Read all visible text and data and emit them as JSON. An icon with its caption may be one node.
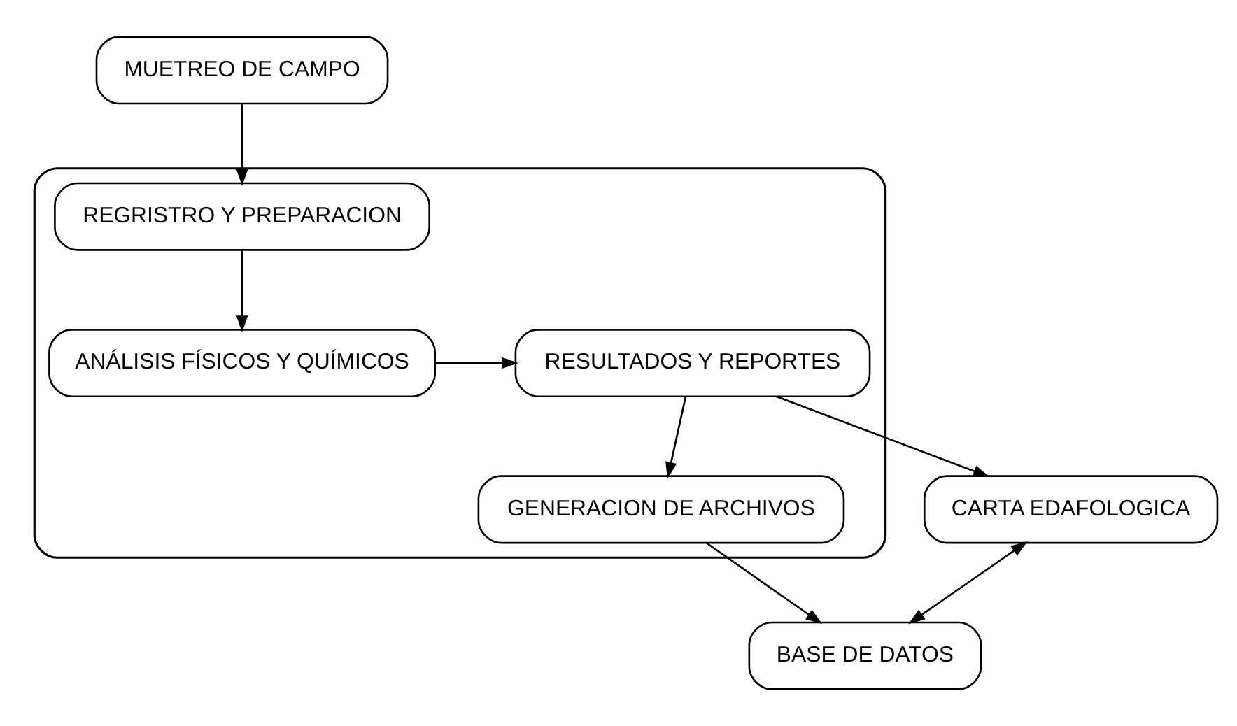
{
  "diagram": {
    "nodes": [
      {
        "text": [
          "MUETREO DE CAMPO"
        ]
      },
      {
        "text": [],
        "shape": "box"
      },
      {
        "text": [
          "REGRISTRO Y PREPARACION"
        ],
        "in": 1
      },
      {
        "text": [
          "ANÁLISIS FÍSICOS Y QUÍMICOS"
        ],
        "in": 1
      },
      {
        "text": [
          "RESULTADOS Y REPORTES"
        ],
        "in": 1
      },
      {
        "text": [
          "CARTA EDAFOLOGICA"
        ]
      },
      {
        "text": [
          "GENERACION DE ARCHIVOS"
        ],
        "in": 1
      },
      {
        "text": [
          "BASE DE DATOS"
        ]
      }
    ],
    "edges": [
      {
        "from": 0,
        "to": 2,
        "arrow": "to"
      },
      {
        "from": 2,
        "to": 3,
        "arrow": "to"
      },
      {
        "from": 3,
        "to": 4,
        "arrow": "to"
      },
      {
        "from": 4,
        "to": 5,
        "arrow": "to"
      },
      {
        "from": 4,
        "to": 6,
        "arrow": "to"
      },
      {
        "from": 6,
        "to": 7,
        "arrow": "to"
      },
      {
        "from": 5,
        "to": 7,
        "arrow": "both"
      }
    ]
  }
}
